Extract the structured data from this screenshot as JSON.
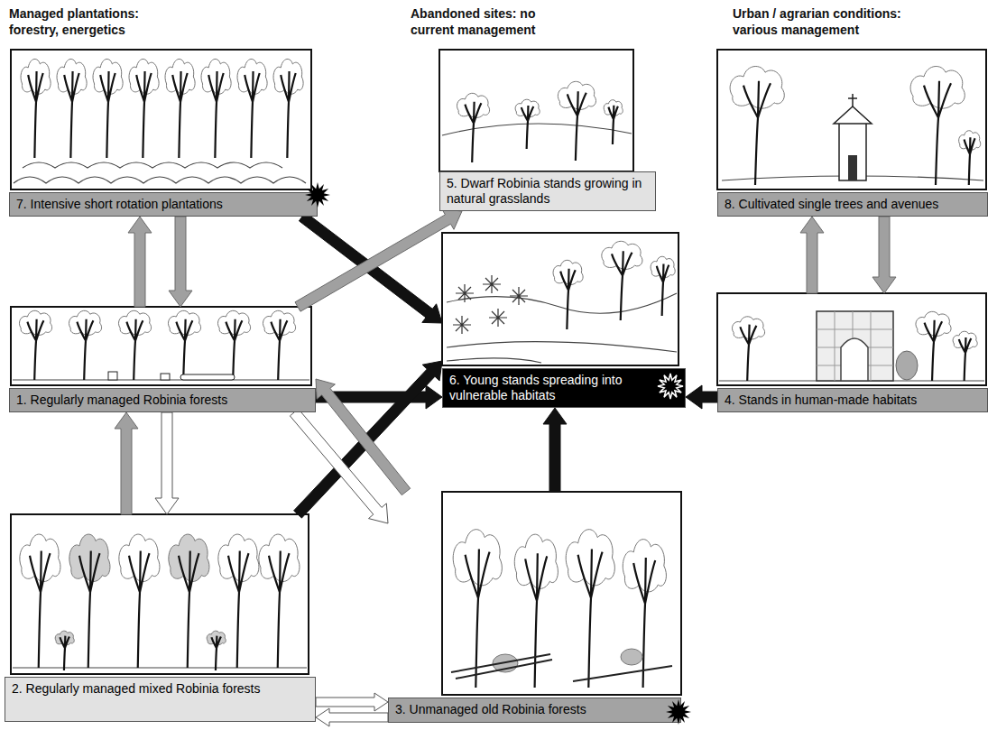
{
  "diagram": {
    "nodes": [
      {
        "text": [
          "7. Intensive short rotation plantations"
        ]
      },
      {
        "text": [
          "5. Dwarf Robinia stands growing in natural grasslands"
        ]
      },
      {
        "text": [
          "8. Cultivated single trees and avenues"
        ]
      },
      {
        "text": [
          "1. Regularly managed Robinia forests"
        ]
      },
      {
        "text": [
          "6. Young stands spreading into vulnerable habitats"
        ]
      },
      {
        "text": [
          "4. Stands in human-made habitats"
        ]
      },
      {
        "text": [
          "2. Regularly managed mixed Robinia forests"
        ]
      },
      {
        "text": [
          "3. Unmanaged old Robinia forests"
        ]
      }
    ],
    "edges": [
      {
        "from": 3,
        "to": 0,
        "arrow": "to"
      },
      {
        "from": 0,
        "to": 3,
        "arrow": "to"
      },
      {
        "from": 0,
        "to": 4,
        "arrow": "to"
      },
      {
        "from": 3,
        "to": 1,
        "arrow": "to"
      },
      {
        "from": 3,
        "to": 4,
        "arrow": "to"
      },
      {
        "from": 5,
        "to": 4,
        "arrow": "to"
      },
      {
        "from": 5,
        "to": 2,
        "arrow": "to"
      },
      {
        "from": 2,
        "to": 5,
        "arrow": "to"
      },
      {
        "from": 6,
        "to": 3,
        "arrow": "to"
      },
      {
        "from": 3,
        "to": 6,
        "arrow": "to"
      },
      {
        "from": 6,
        "to": 4,
        "arrow": "to"
      },
      {
        "from": 7,
        "to": 4,
        "arrow": "to"
      },
      {
        "from": 7,
        "to": 3,
        "arrow": "to"
      },
      {
        "from": 3,
        "to": 7,
        "arrow": "to"
      },
      {
        "from": 6,
        "to": 7,
        "arrow": "to"
      },
      {
        "from": 7,
        "to": 6,
        "arrow": "to"
      }
    ],
    "labels": [
      "Managed plantations: forestry, energetics",
      "Abandoned sites: no current management",
      "Urban / agrarian conditions: various management"
    ]
  }
}
